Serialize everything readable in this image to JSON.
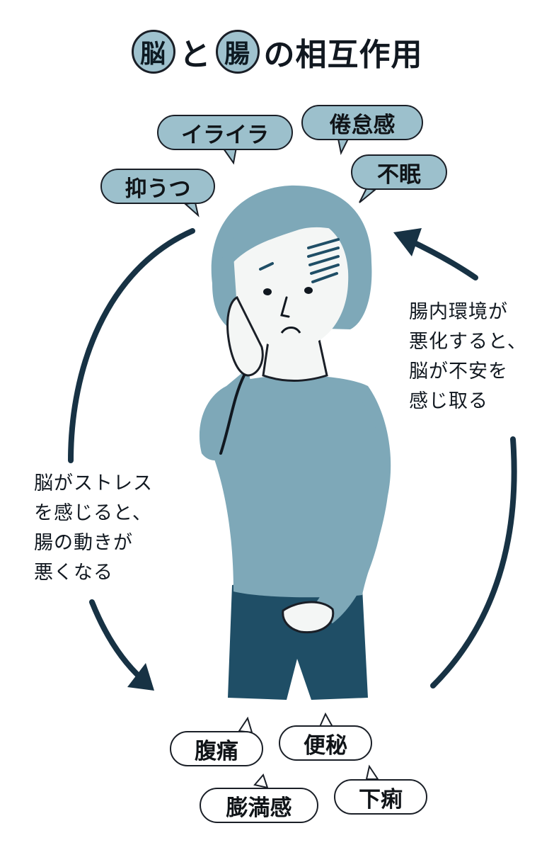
{
  "title": {
    "circle1": "脳",
    "mid": "と",
    "circle2": "腸",
    "rest": "の相互作用"
  },
  "brain_symptoms": [
    "抑うつ",
    "イライラ",
    "倦怠感",
    "不眠"
  ],
  "gut_symptoms": [
    "腹痛",
    "便秘",
    "膨満感",
    "下痢"
  ],
  "captions": {
    "left": [
      "脳がストレス",
      "を感じると、",
      "腸の動きが",
      "悪くなる"
    ],
    "right": [
      "腸内環境が",
      "悪化すると、",
      "脳が不安を",
      "感じ取る"
    ]
  },
  "colors": {
    "accent_blue": "#9cc0cc",
    "figure_blue": "#7ea8b8",
    "dark_navy": "#173244",
    "pants": "#1f4e66"
  }
}
